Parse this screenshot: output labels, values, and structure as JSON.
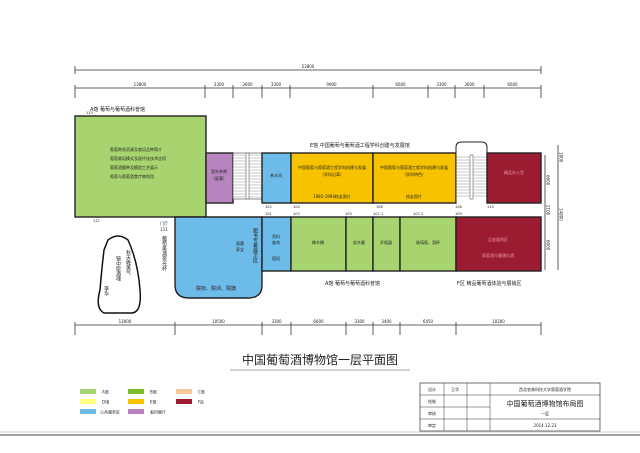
{
  "colors": {
    "A": "#a8d46f",
    "B": "#7cbb2a",
    "C": "#f5c89a",
    "D": "#ffff80",
    "E": "#f7c300",
    "F": "#9b1b30",
    "public": "#6cbbe9",
    "temp": "#b784c0"
  },
  "dimensions": {
    "total": "53800",
    "top": [
      "13800",
      "3300",
      "3600",
      "3300",
      "9900",
      "6600",
      "3300",
      "3600",
      "6600"
    ],
    "bottom": [
      "13000",
      "10500",
      "3300",
      "6600",
      "3300",
      "3400",
      "6450",
      "10200"
    ],
    "right": [
      "1800",
      "6600",
      "2100",
      "6000",
      "14800"
    ]
  },
  "halls": {
    "a_top": "A馆 葡萄与葡萄酒科普馆",
    "e": "E馆 中国葡萄与葡萄酒工程学科创建与发展馆",
    "a_bottom": "A馆 葡萄与葡萄酒科普馆",
    "f": "F区 精品葡萄酒体验与展销区"
  },
  "rooms": {
    "a_lines": [
      "葡萄种质资源及栽培品种简介",
      "葡萄栽培模式及现代化技术应用",
      "葡萄酒酿种及酿造工艺展示",
      "葡萄与葡萄酒食疗物利用"
    ],
    "temp": [
      "室外茶吧",
      "（庭廊）"
    ],
    "tea": "茶水间",
    "e1": [
      "中国葡萄与葡萄酒工程学科创建与发展",
      "（学科沿革）"
    ],
    "e1_sub": "1985-1994校友照片",
    "e2": [
      "中国葡萄与葡萄酒工程学科创建与发展",
      "（学科特色）"
    ],
    "e2_sub": "校友照片",
    "f_top": "精品办公室",
    "hall_vertical": "图书专著展示区",
    "hall_center": [
      "画墨",
      "索宝"
    ],
    "hall_bottom": "院标、院训、院旗",
    "info": [
      "资料",
      "查询"
    ],
    "info2": "值班",
    "r103": "橡木桶",
    "r105": "软木塞",
    "r107_1": "开瓶器",
    "r107_2": "玻璃瓶、酒杯",
    "f_bottom": [
      "品鉴展销区",
      "葡萄酒与健康饮酒"
    ],
    "entrance": [
      "门厅",
      "111"
    ],
    "entrance_vertical": "葡萄美酒夜光杯",
    "rock": [
      "秋天晚美气",
      "镜中原酒魂",
      "李华"
    ]
  },
  "room_numbers": [
    "113",
    "112",
    "102",
    "104",
    "106",
    "108",
    "110",
    "101",
    "103",
    "105",
    "107-1",
    "107-2",
    "109"
  ],
  "title": "中国葡萄酒博物馆一层平面图",
  "legend": [
    {
      "key": "A",
      "label": "A馆"
    },
    {
      "key": "B",
      "label": "B馆"
    },
    {
      "key": "C",
      "label": "C馆"
    },
    {
      "key": "D",
      "label": "D馆"
    },
    {
      "key": "E",
      "label": "E馆"
    },
    {
      "key": "F",
      "label": "F区"
    },
    {
      "key": "public",
      "label": "公共服务区"
    },
    {
      "key": "temp",
      "label": "临时展厅"
    }
  ],
  "title_block": {
    "design_label": "设计",
    "design_value": "王华",
    "draw_label": "绘制",
    "review_label": "审核",
    "approve_label": "审定",
    "org": "西北农林科技大学葡萄酒学院",
    "drawing_name": "中国葡萄酒博物馆布局图",
    "floor": "一层",
    "date": "2014.12.23"
  }
}
